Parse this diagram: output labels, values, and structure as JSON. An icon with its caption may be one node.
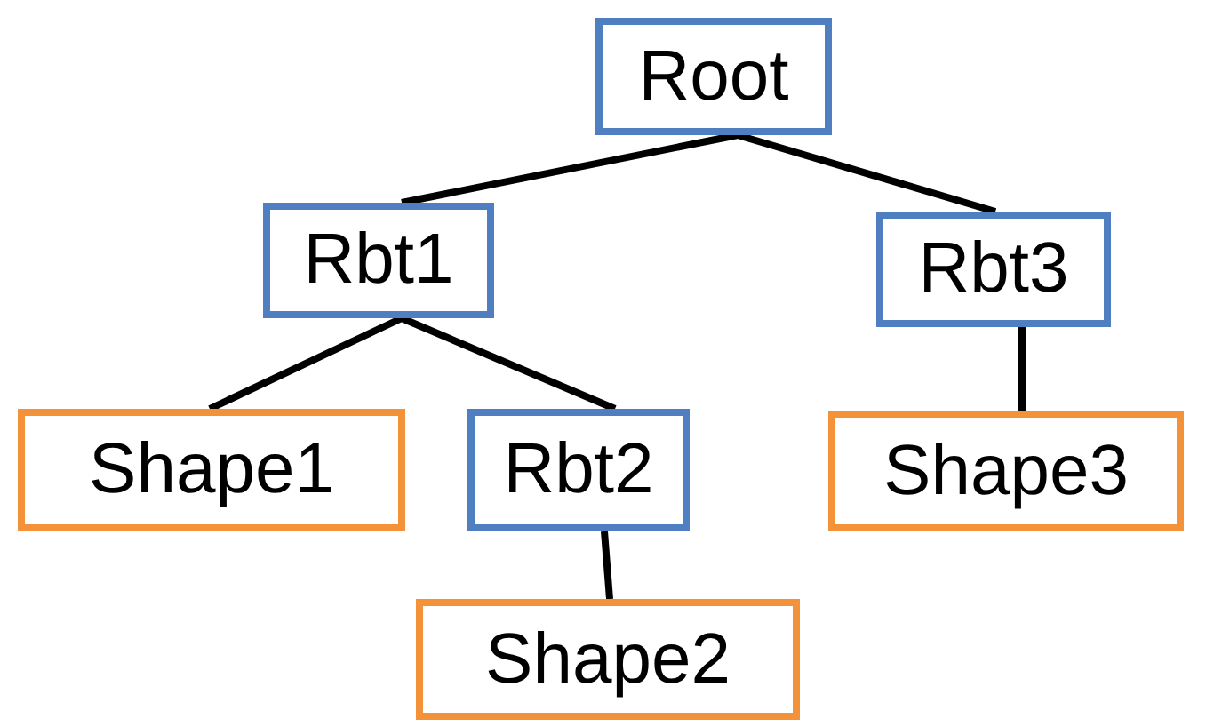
{
  "diagram": {
    "nodes": [
      {
        "text": [
          "Root"
        ]
      },
      {
        "text": [
          "Rbt1"
        ]
      },
      {
        "text": [
          "Rbt3"
        ]
      },
      {
        "text": [
          "Shape1"
        ]
      },
      {
        "text": [
          "Rbt2"
        ]
      },
      {
        "text": [
          "Shape3"
        ]
      },
      {
        "text": [
          "Shape2"
        ]
      }
    ],
    "edges": [
      {
        "from": 0,
        "to": 1,
        "arrow": "none"
      },
      {
        "from": 0,
        "to": 2,
        "arrow": "none"
      },
      {
        "from": 1,
        "to": 3,
        "arrow": "none"
      },
      {
        "from": 1,
        "to": 4,
        "arrow": "none"
      },
      {
        "from": 2,
        "to": 5,
        "arrow": "none"
      },
      {
        "from": 4,
        "to": 6,
        "arrow": "none"
      }
    ]
  }
}
